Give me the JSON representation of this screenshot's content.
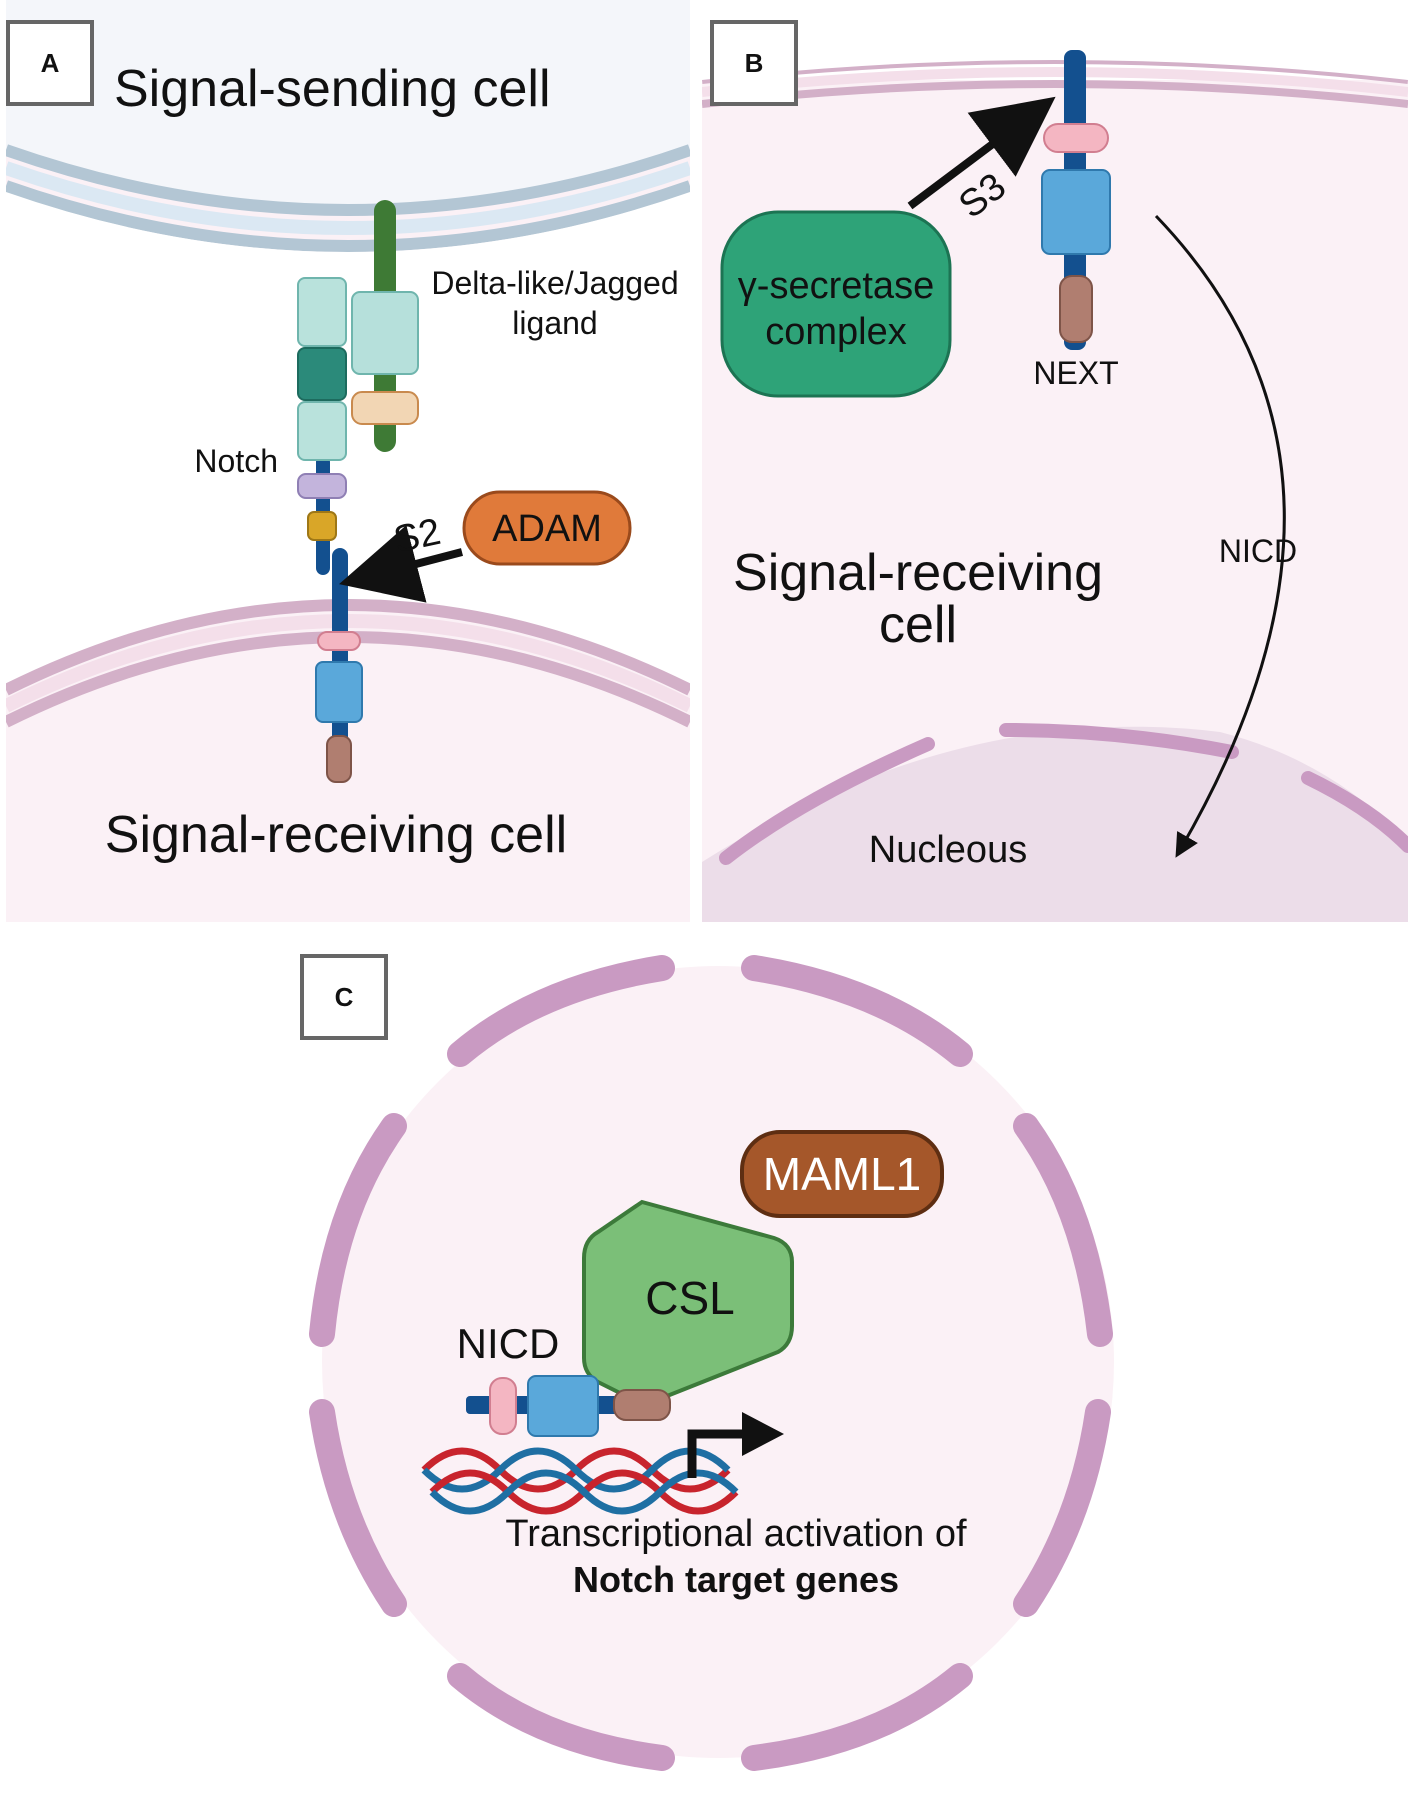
{
  "panels": {
    "a": {
      "letter": "A",
      "sending_cell": "Signal-sending cell",
      "receiving_cell": "Signal-receiving cell",
      "ligand_line1": "Delta-like/Jagged",
      "ligand_line2": "ligand",
      "notch": "Notch",
      "cleavage": "S2",
      "enzyme": "ADAM"
    },
    "b": {
      "letter": "B",
      "cleavage": "S3",
      "enzyme_line1": "γ-secretase",
      "enzyme_line2": "complex",
      "fragment": "NEXT",
      "nicd": "NICD",
      "cell_line1": "Signal-receiving",
      "cell_line2": "cell",
      "nucleus": "Nucleous"
    },
    "c": {
      "letter": "C",
      "maml": "MAML1",
      "csl": "CSL",
      "nicd": "NICD",
      "caption_line1": "Transcriptional activation of",
      "caption_line2": "Notch target genes"
    }
  },
  "colors": {
    "sending_bg": "#f4f6fa",
    "receiving_bg": "#fbf1f6",
    "nucleus_bg": "#ecdde9",
    "membrane_blue": "#b8cad8",
    "membrane_pink": "#d6b4cc",
    "nuclear_envelope": "#c99ac2",
    "ligand_stalk": "#3e7a35",
    "ligand_domain": "#b6e0db",
    "ligand_tan": "#f2d6b4",
    "notch_light": "#b9e2dc",
    "notch_dark": "#2b8a7a",
    "notch_purple": "#c3b4dc",
    "notch_gold": "#d9a628",
    "notch_stalk": "#13508f",
    "pink_domain": "#f4b6c2",
    "blue_domain": "#5aa8da",
    "brown_domain": "#b07e70",
    "adam": "#e07a3a",
    "gamma_secretase": "#2ea378",
    "maml": "#a5572a",
    "csl": "#7bbf78",
    "dna_red": "#c8242d",
    "dna_blue": "#1f6fa3"
  }
}
